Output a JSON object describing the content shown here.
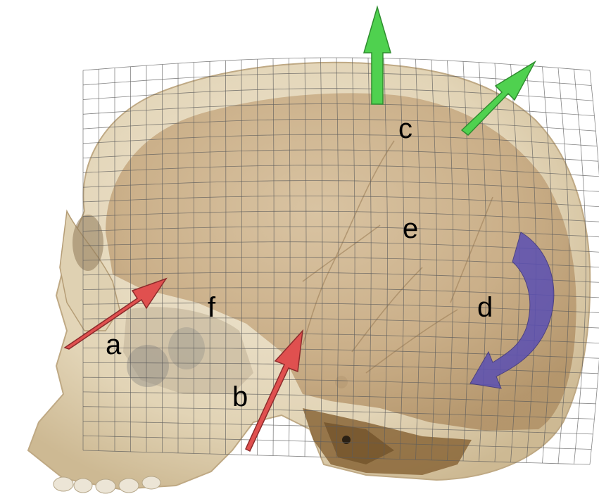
{
  "figure": {
    "labels": {
      "a": "a",
      "b": "b",
      "c": "c",
      "d": "d",
      "e": "e",
      "f": "f"
    },
    "colors": {
      "background": "#ffffff",
      "bone_light": "#e9dfc8",
      "bone_mid": "#d9c7a4",
      "endocranium": "#cdb28e",
      "endocranium_dark": "#b89a72",
      "bone_shadow": "#9c7a50",
      "grid_line": "#5c5c5c",
      "arrow_red": "#e0504f",
      "arrow_green": "#4fd14f",
      "arrow_blue": "#5a4fb3"
    },
    "arrows": [
      {
        "name": "red-arrow-a",
        "color": "arrow_red"
      },
      {
        "name": "red-arrow-b",
        "color": "arrow_red"
      },
      {
        "name": "green-arrow-up",
        "color": "arrow_green"
      },
      {
        "name": "green-arrow-diagonal",
        "color": "arrow_green"
      },
      {
        "name": "blue-curved-arrow",
        "color": "arrow_blue"
      }
    ]
  }
}
